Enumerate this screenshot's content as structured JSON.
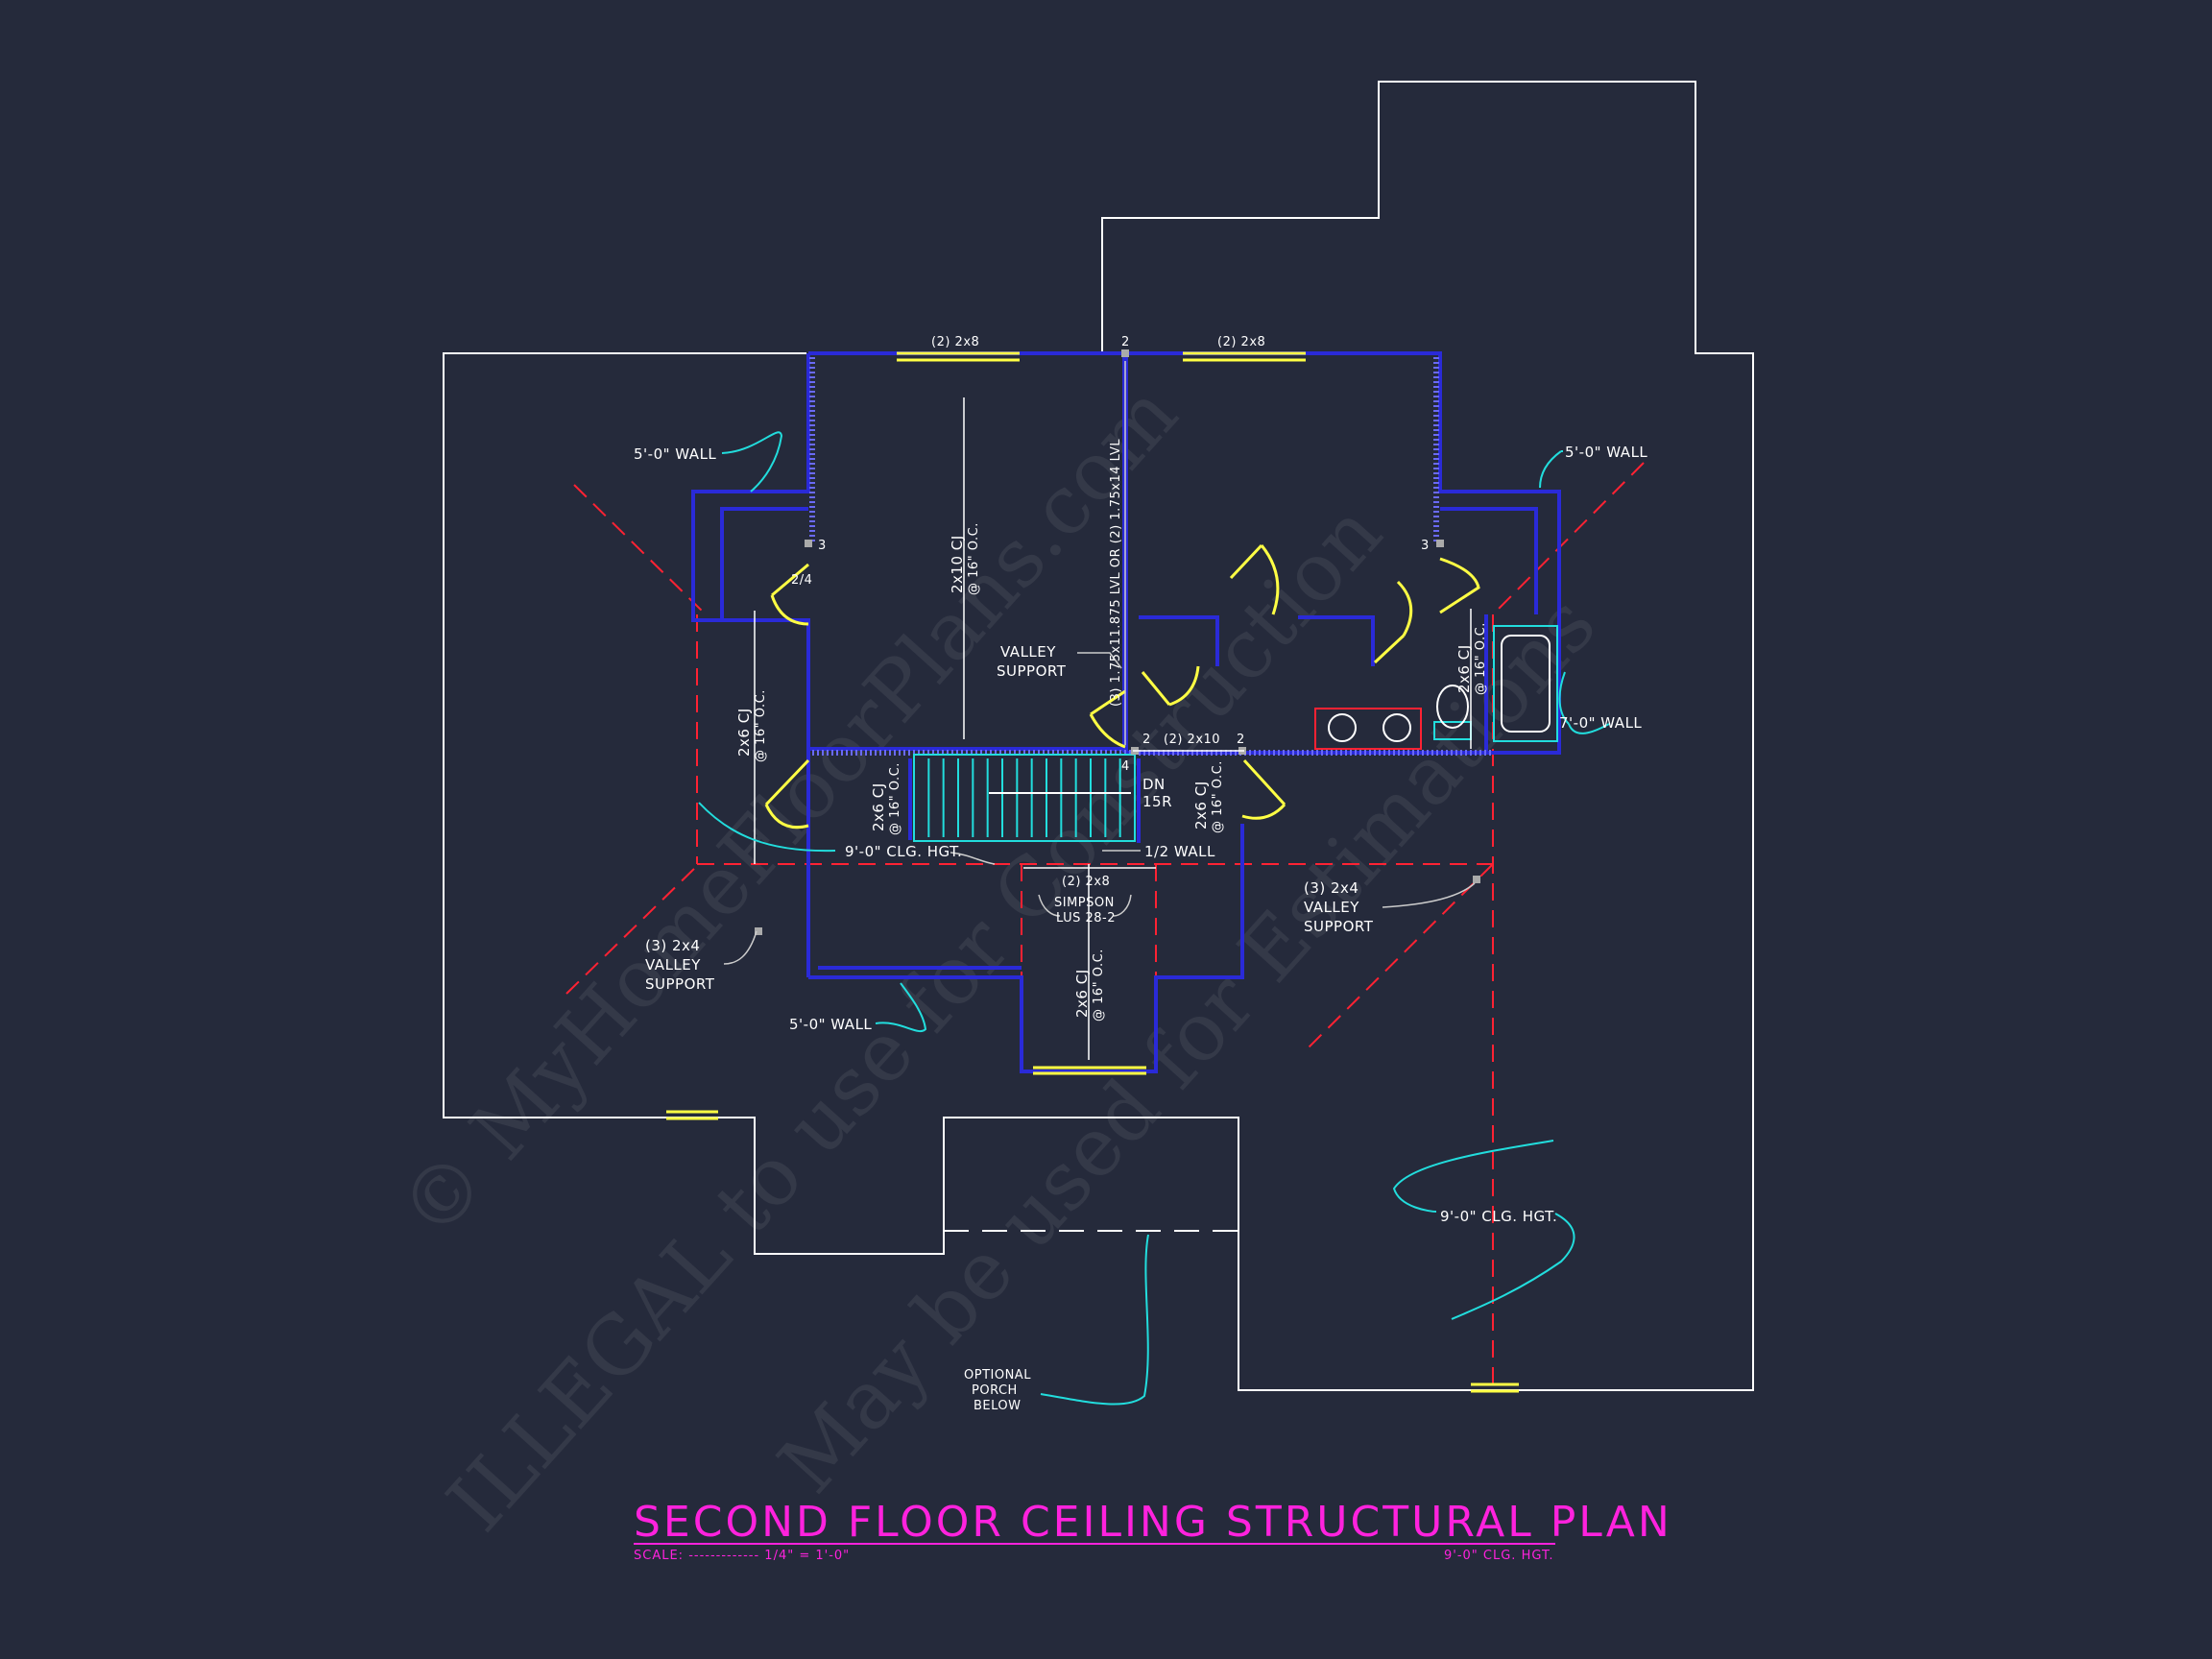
{
  "title": "SECOND FLOOR CEILING STRUCTURAL PLAN",
  "scale_label": "SCALE: ------------- 1/4\" = 1'-0\"",
  "ceiling_height_note": "9'-0\" CLG. HGT.",
  "watermark": {
    "line1": "© MyHomeFloorPlans.com",
    "line2": "ILLEGAL to use for Construction",
    "line3": "May be used for Estimations"
  },
  "labels": {
    "beam_top_left": "(2) 2x8",
    "beam_top_right": "(2) 2x8",
    "wall_left": "5'-0\" WALL",
    "wall_right": "5'-0\" WALL",
    "wall_bottom": "5'-0\" WALL",
    "wall_7ft": "7'-0\" WALL",
    "half_wall": "1/2 WALL",
    "cj_2x10": "2x10 CJ",
    "cj_2x10_oc": "@ 16\" O.C.",
    "cj_2x6_a": "2x6 CJ",
    "cj_2x6_a_oc": "@ 16\" O.C.",
    "cj_2x6_b": "2x6 CJ",
    "cj_2x6_b_oc": "@ 16\" O.C.",
    "cj_2x6_c": "2x6 CJ",
    "cj_2x6_c_oc": "@ 16\" O.C.",
    "cj_2x6_d": "2x6 CJ",
    "cj_2x6_d_oc": "@ 16\" O.C.",
    "cj_2x6_e": "2x6 CJ",
    "cj_2x6_e_oc": "@ 16\" O.C.",
    "lvl_beam": "(3) 1.75x11.875 LVL OR (2) 1.75x14 LVL",
    "valley_support": "VALLEY",
    "valley_support_2": "SUPPORT",
    "valley_left_1": "(3) 2x4",
    "valley_left_2": "VALLEY",
    "valley_left_3": "SUPPORT",
    "valley_right_1": "(3) 2x4",
    "valley_right_2": "VALLEY",
    "valley_right_3": "SUPPORT",
    "beam_2x10": "(2) 2x10",
    "post_2a": "2",
    "post_2b": "2",
    "post_2c": "2",
    "post_3a": "3",
    "post_3b": "3",
    "post_4": "4",
    "door_24": "2/4",
    "dn": "DN",
    "risers": "15R",
    "clg_left": "9'-0\" CLG. HGT.",
    "clg_right": "9'-0\" CLG. HGT.",
    "beam_center": "(2) 2x8",
    "simpson_1": "SIMPSON",
    "simpson_2": "LUS 28-2",
    "porch_1": "OPTIONAL",
    "porch_2": "PORCH",
    "porch_3": "BELOW"
  },
  "colors": {
    "background": "#252a3b",
    "outline": "#ffffff",
    "walls": "#2a2ad8",
    "beams": "#ffff44",
    "leaders": "#22dddd",
    "hidden_lines": "#ff2233",
    "title": "#ff22dd",
    "fixtures": "#22dddd"
  }
}
